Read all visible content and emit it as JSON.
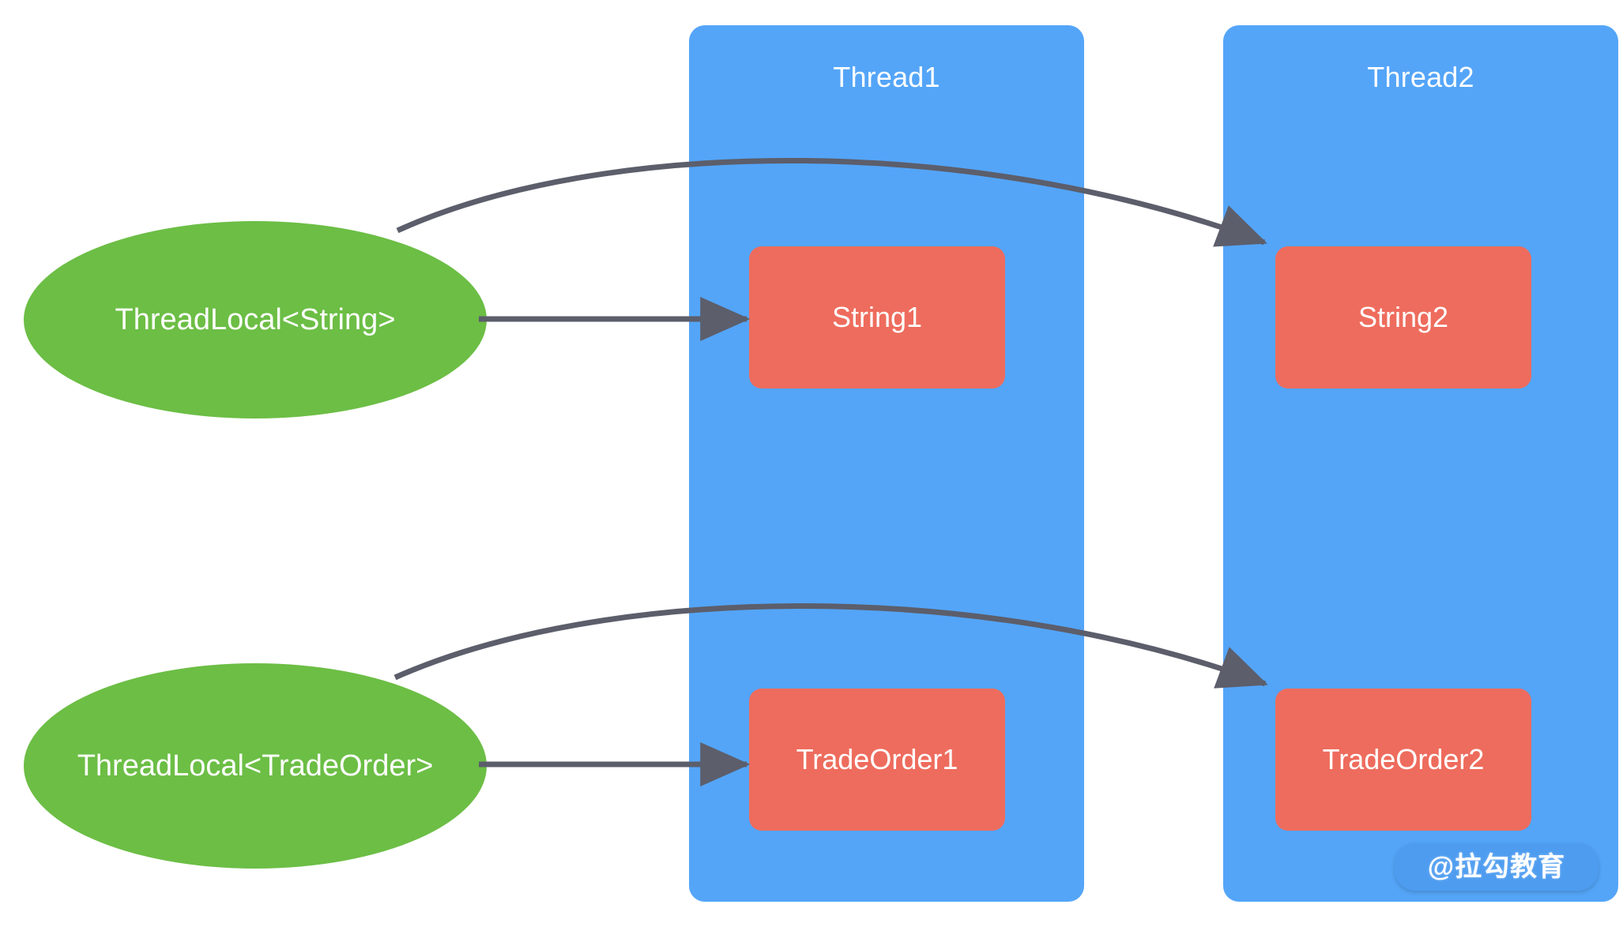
{
  "diagram": {
    "title": "ThreadLocal per-thread value isolation",
    "background_color": "#ffffff",
    "colors": {
      "thread_panel": "#54a5f8",
      "value_box": "#ee6c5d",
      "threadlocal_ellipse": "#6cbe45",
      "connector": "#5c5e6b",
      "label_text": "#ffffff",
      "watermark_pill": "#4d9cf0"
    }
  },
  "threads": [
    {
      "id": "thread1",
      "label": "Thread1"
    },
    {
      "id": "thread2",
      "label": "Thread2"
    }
  ],
  "value_boxes": [
    {
      "id": "string1",
      "label": "String1",
      "thread": "Thread1"
    },
    {
      "id": "string2",
      "label": "String2",
      "thread": "Thread2"
    },
    {
      "id": "tradeorder1",
      "label": "TradeOrder1",
      "thread": "Thread1"
    },
    {
      "id": "tradeorder2",
      "label": "TradeOrder2",
      "thread": "Thread2"
    }
  ],
  "threadlocals": [
    {
      "id": "tl-string",
      "label": "ThreadLocal<String>"
    },
    {
      "id": "tl-tradeorder",
      "label": "ThreadLocal<TradeOrder>"
    }
  ],
  "connections": [
    {
      "id": "tl-string-to-string1",
      "from": "ThreadLocal<String>",
      "to": "String1",
      "style": "straight"
    },
    {
      "id": "tl-string-to-string2",
      "from": "ThreadLocal<String>",
      "to": "String2",
      "style": "curved"
    },
    {
      "id": "tl-tradeorder-to-tradeorder1",
      "from": "ThreadLocal<TradeOrder>",
      "to": "TradeOrder1",
      "style": "straight"
    },
    {
      "id": "tl-tradeorder-to-tradeorder2",
      "from": "ThreadLocal<TradeOrder>",
      "to": "TradeOrder2",
      "style": "curved"
    }
  ],
  "watermark": {
    "text": "@拉勾教育"
  }
}
